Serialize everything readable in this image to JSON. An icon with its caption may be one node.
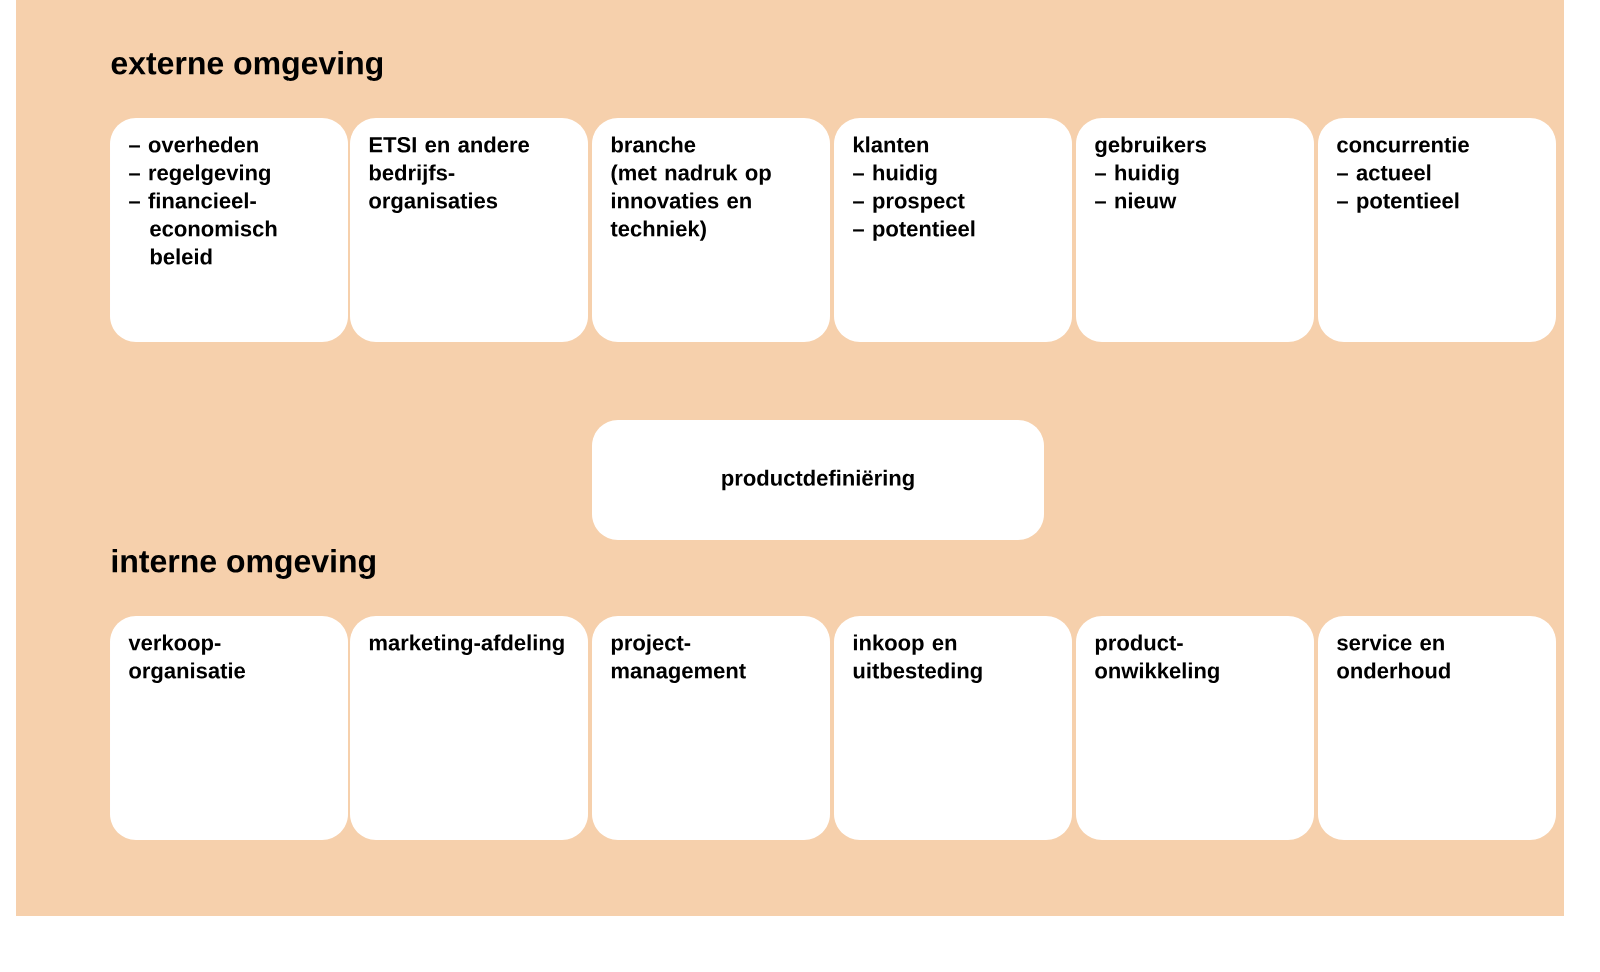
{
  "diagram": {
    "nodes": [
      {
        "text": [
          "– overheden",
          "– regelgeving",
          "– financieel-economisch beleid"
        ]
      },
      {
        "text": [
          "ETSI en andere bedrijfs-organisaties"
        ]
      },
      {
        "text": [
          "branche",
          "(met nadruk op innovaties en techniek)"
        ]
      },
      {
        "text": [
          "klanten",
          "– huidig",
          "– prospect",
          "– potentieel"
        ]
      },
      {
        "text": [
          "gebruikers",
          "– huidig",
          "– nieuw"
        ]
      },
      {
        "text": [
          "concurrentie",
          "– actueel",
          "– potentieel"
        ]
      },
      {
        "text": [
          "productdefiniëring"
        ]
      },
      {
        "text": [
          "verkoop-organisatie"
        ]
      },
      {
        "text": [
          "marketing-afdeling"
        ]
      },
      {
        "text": [
          "project-management"
        ]
      },
      {
        "text": [
          "inkoop en uitbesteding"
        ]
      },
      {
        "text": [
          "product-onwikkeling"
        ]
      },
      {
        "text": [
          "service en onderhoud"
        ]
      }
    ],
    "labels": [
      "externe omgeving",
      "interne omgeving"
    ]
  }
}
